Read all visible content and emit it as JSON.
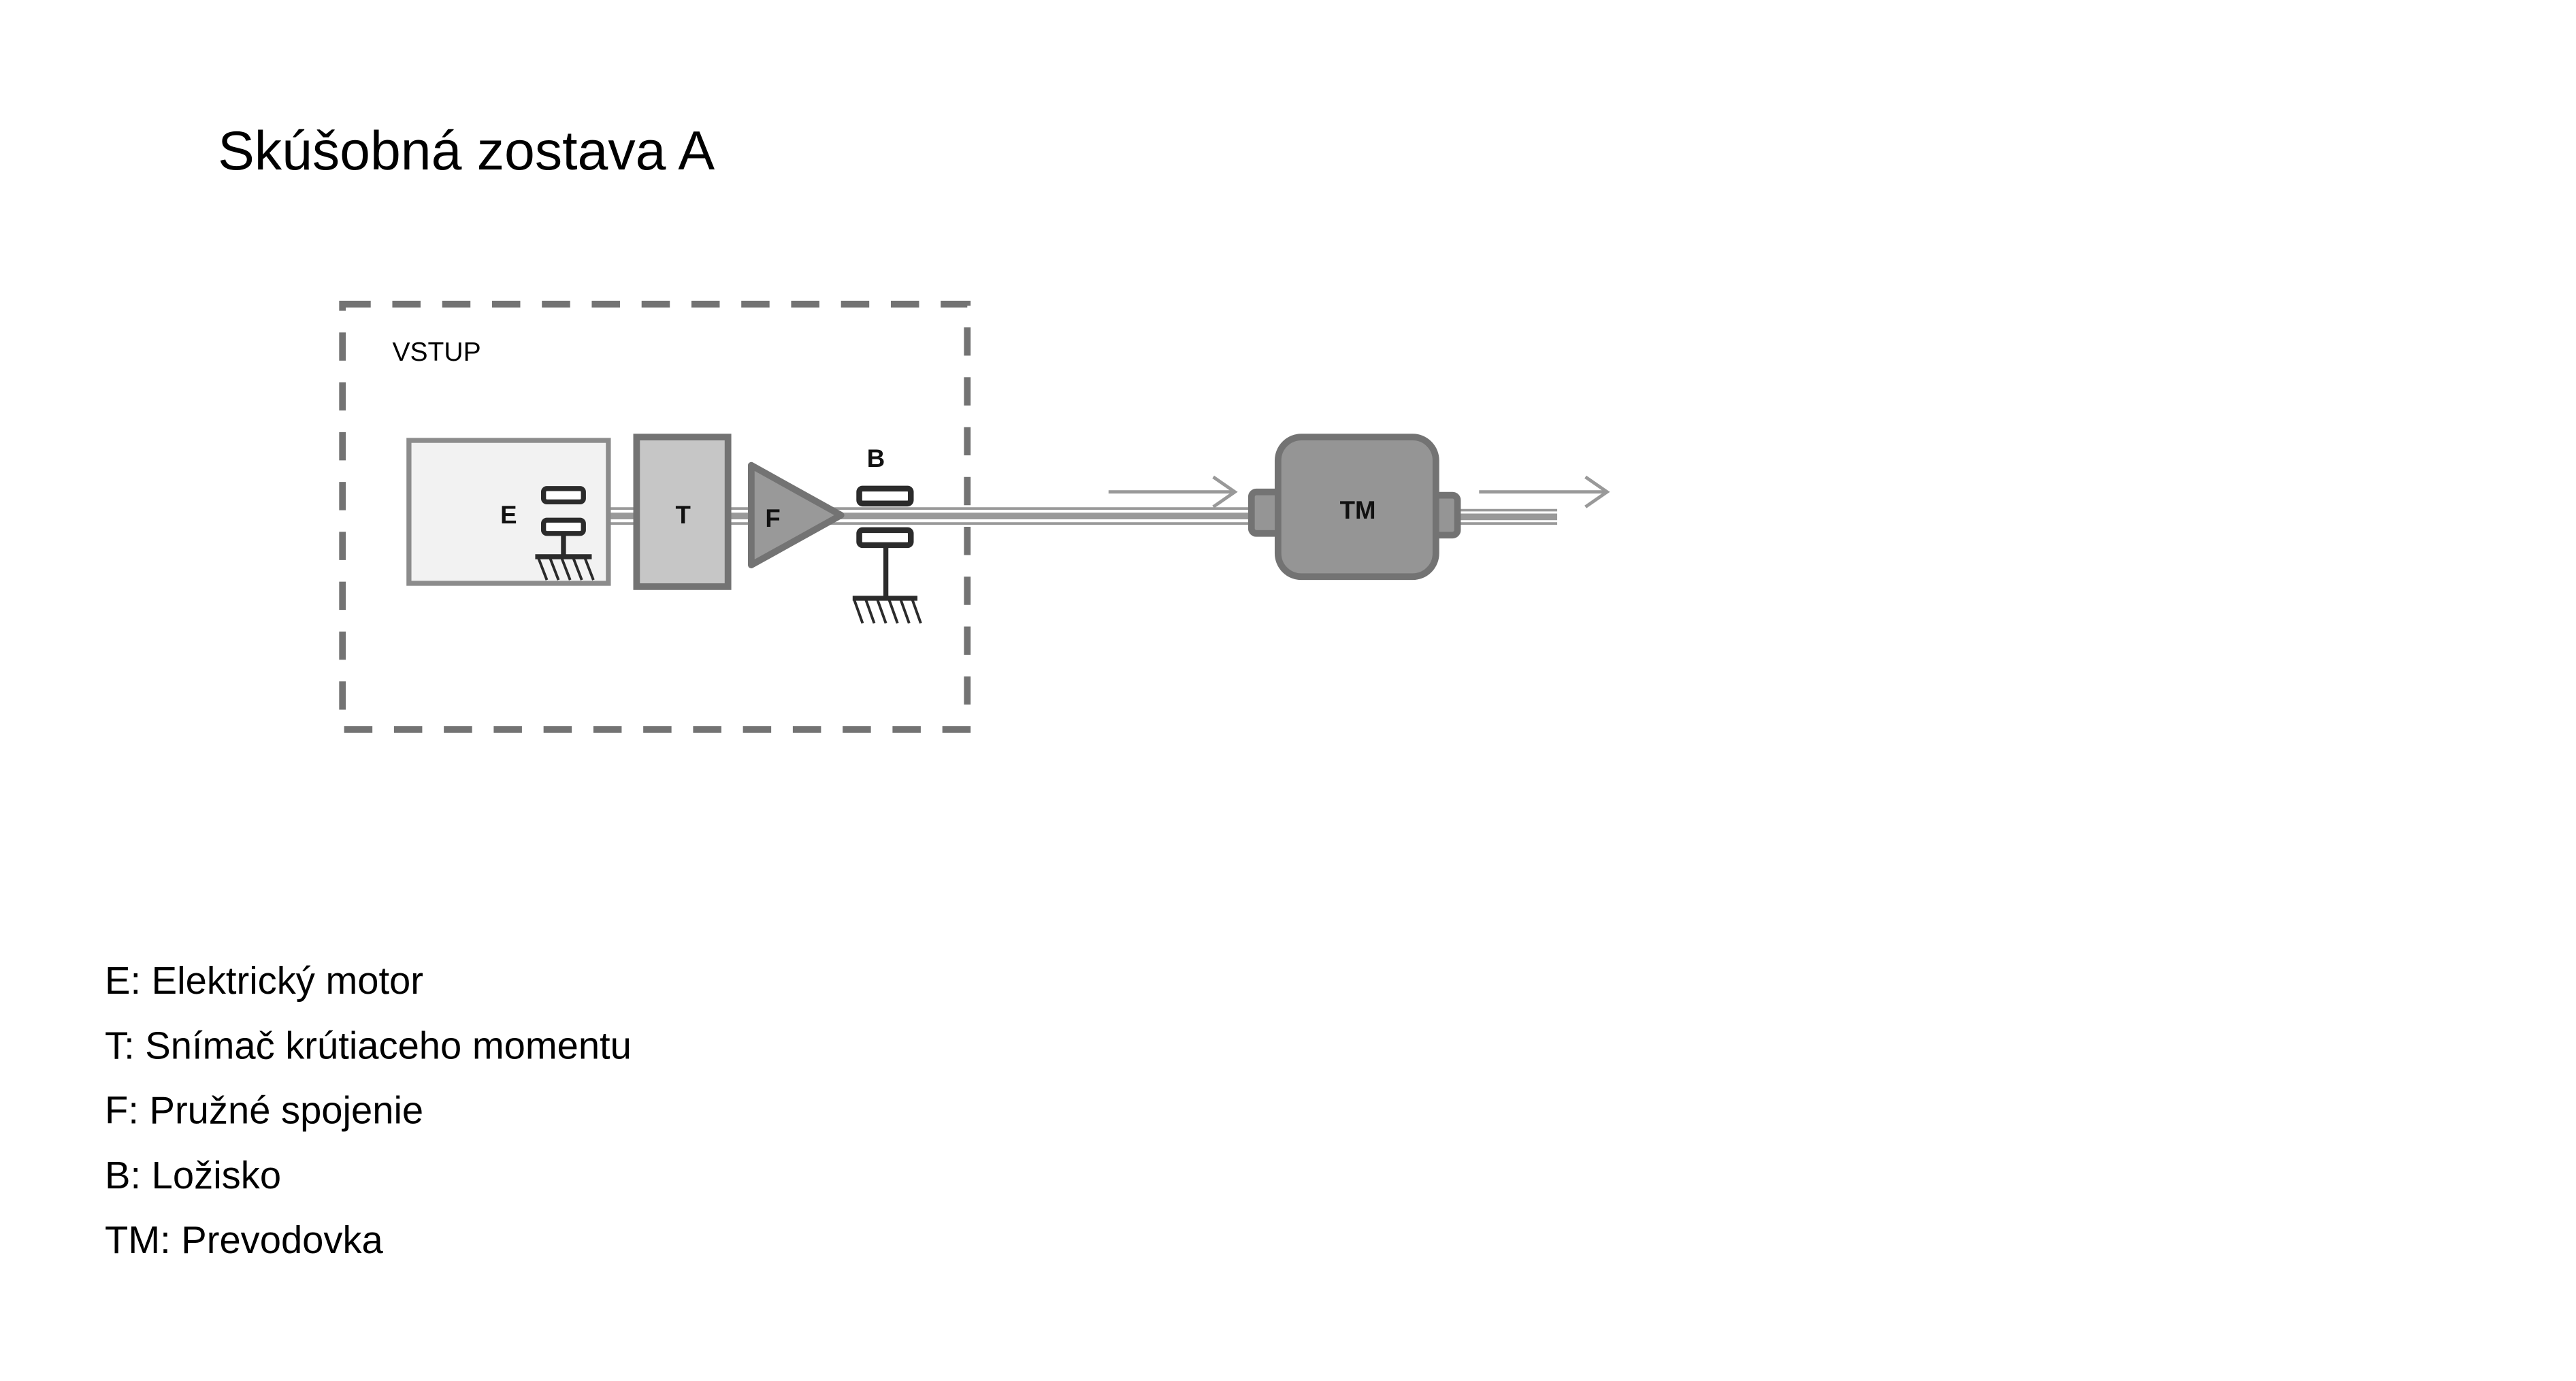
{
  "title": "Skúšobná zostava A",
  "diagram": {
    "group_label": "VSTUP",
    "components": {
      "E": "E",
      "T": "T",
      "F": "F",
      "B": "B",
      "TM": "TM"
    }
  },
  "legend": [
    "E: Elektrický motor",
    "T: Snímač krútiaceho momentu",
    "F: Pružné spojenie",
    "B: Ložisko",
    "TM: Prevodovka"
  ],
  "colors": {
    "stroke_dark": "#737373",
    "fill_motor": "#f2f2f2",
    "fill_sensor": "#c6c6c6",
    "fill_gear": "#959595",
    "bearing": "#2b2b2b"
  }
}
